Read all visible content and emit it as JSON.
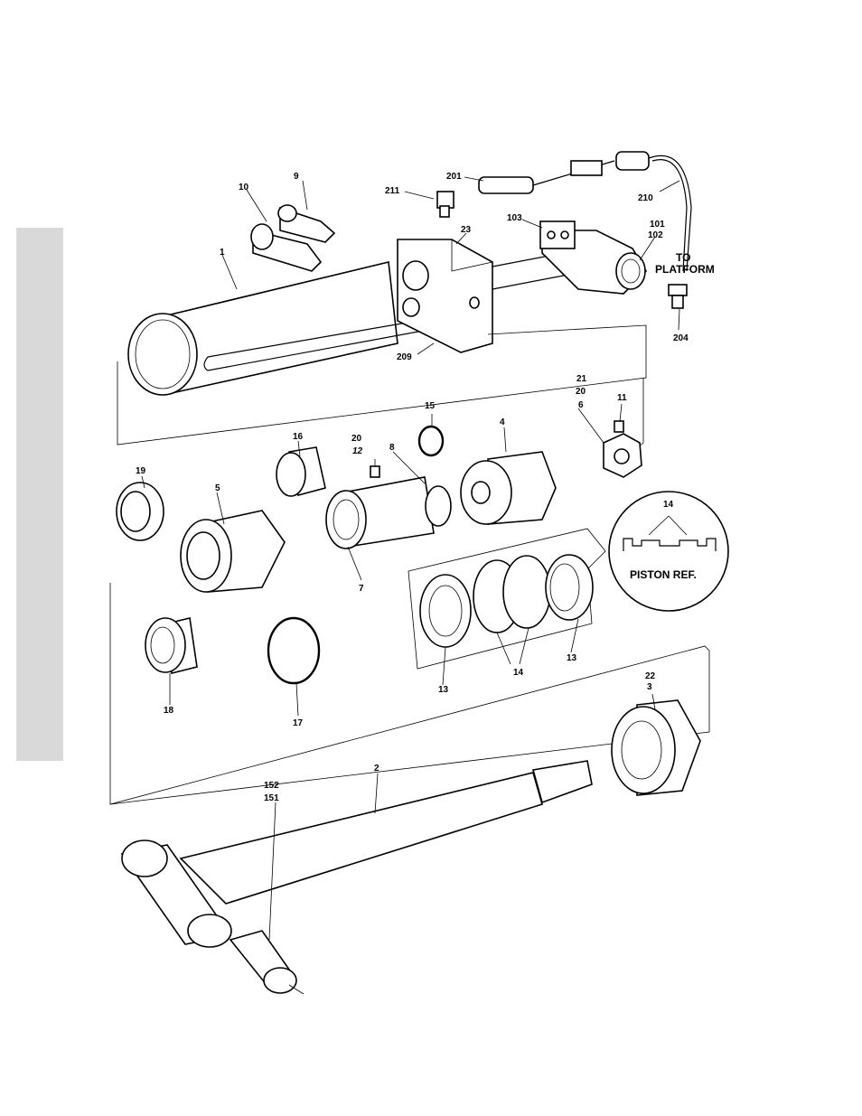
{
  "callouts": {
    "c1": "1",
    "c2": "2",
    "c3": "3",
    "c4": "4",
    "c5": "5",
    "c6": "6",
    "c7": "7",
    "c8": "8",
    "c9": "9",
    "c10": "10",
    "c11": "11",
    "c12": "12",
    "c13a": "13",
    "c13b": "13",
    "c14a": "14",
    "c14b": "14",
    "c15": "15",
    "c16": "16",
    "c17": "17",
    "c18": "18",
    "c19": "19",
    "c20a": "20",
    "c20b": "20",
    "c21": "21",
    "c22": "22",
    "c23": "23",
    "c101": "101",
    "c102": "102",
    "c103": "103",
    "c151": "151",
    "c152": "152",
    "c201": "201",
    "c204": "204",
    "c209": "209",
    "c210": "210",
    "c211": "211"
  },
  "text": {
    "to": "TO",
    "platform": "PLATFORM",
    "piston_ref": "PISTON REF."
  }
}
